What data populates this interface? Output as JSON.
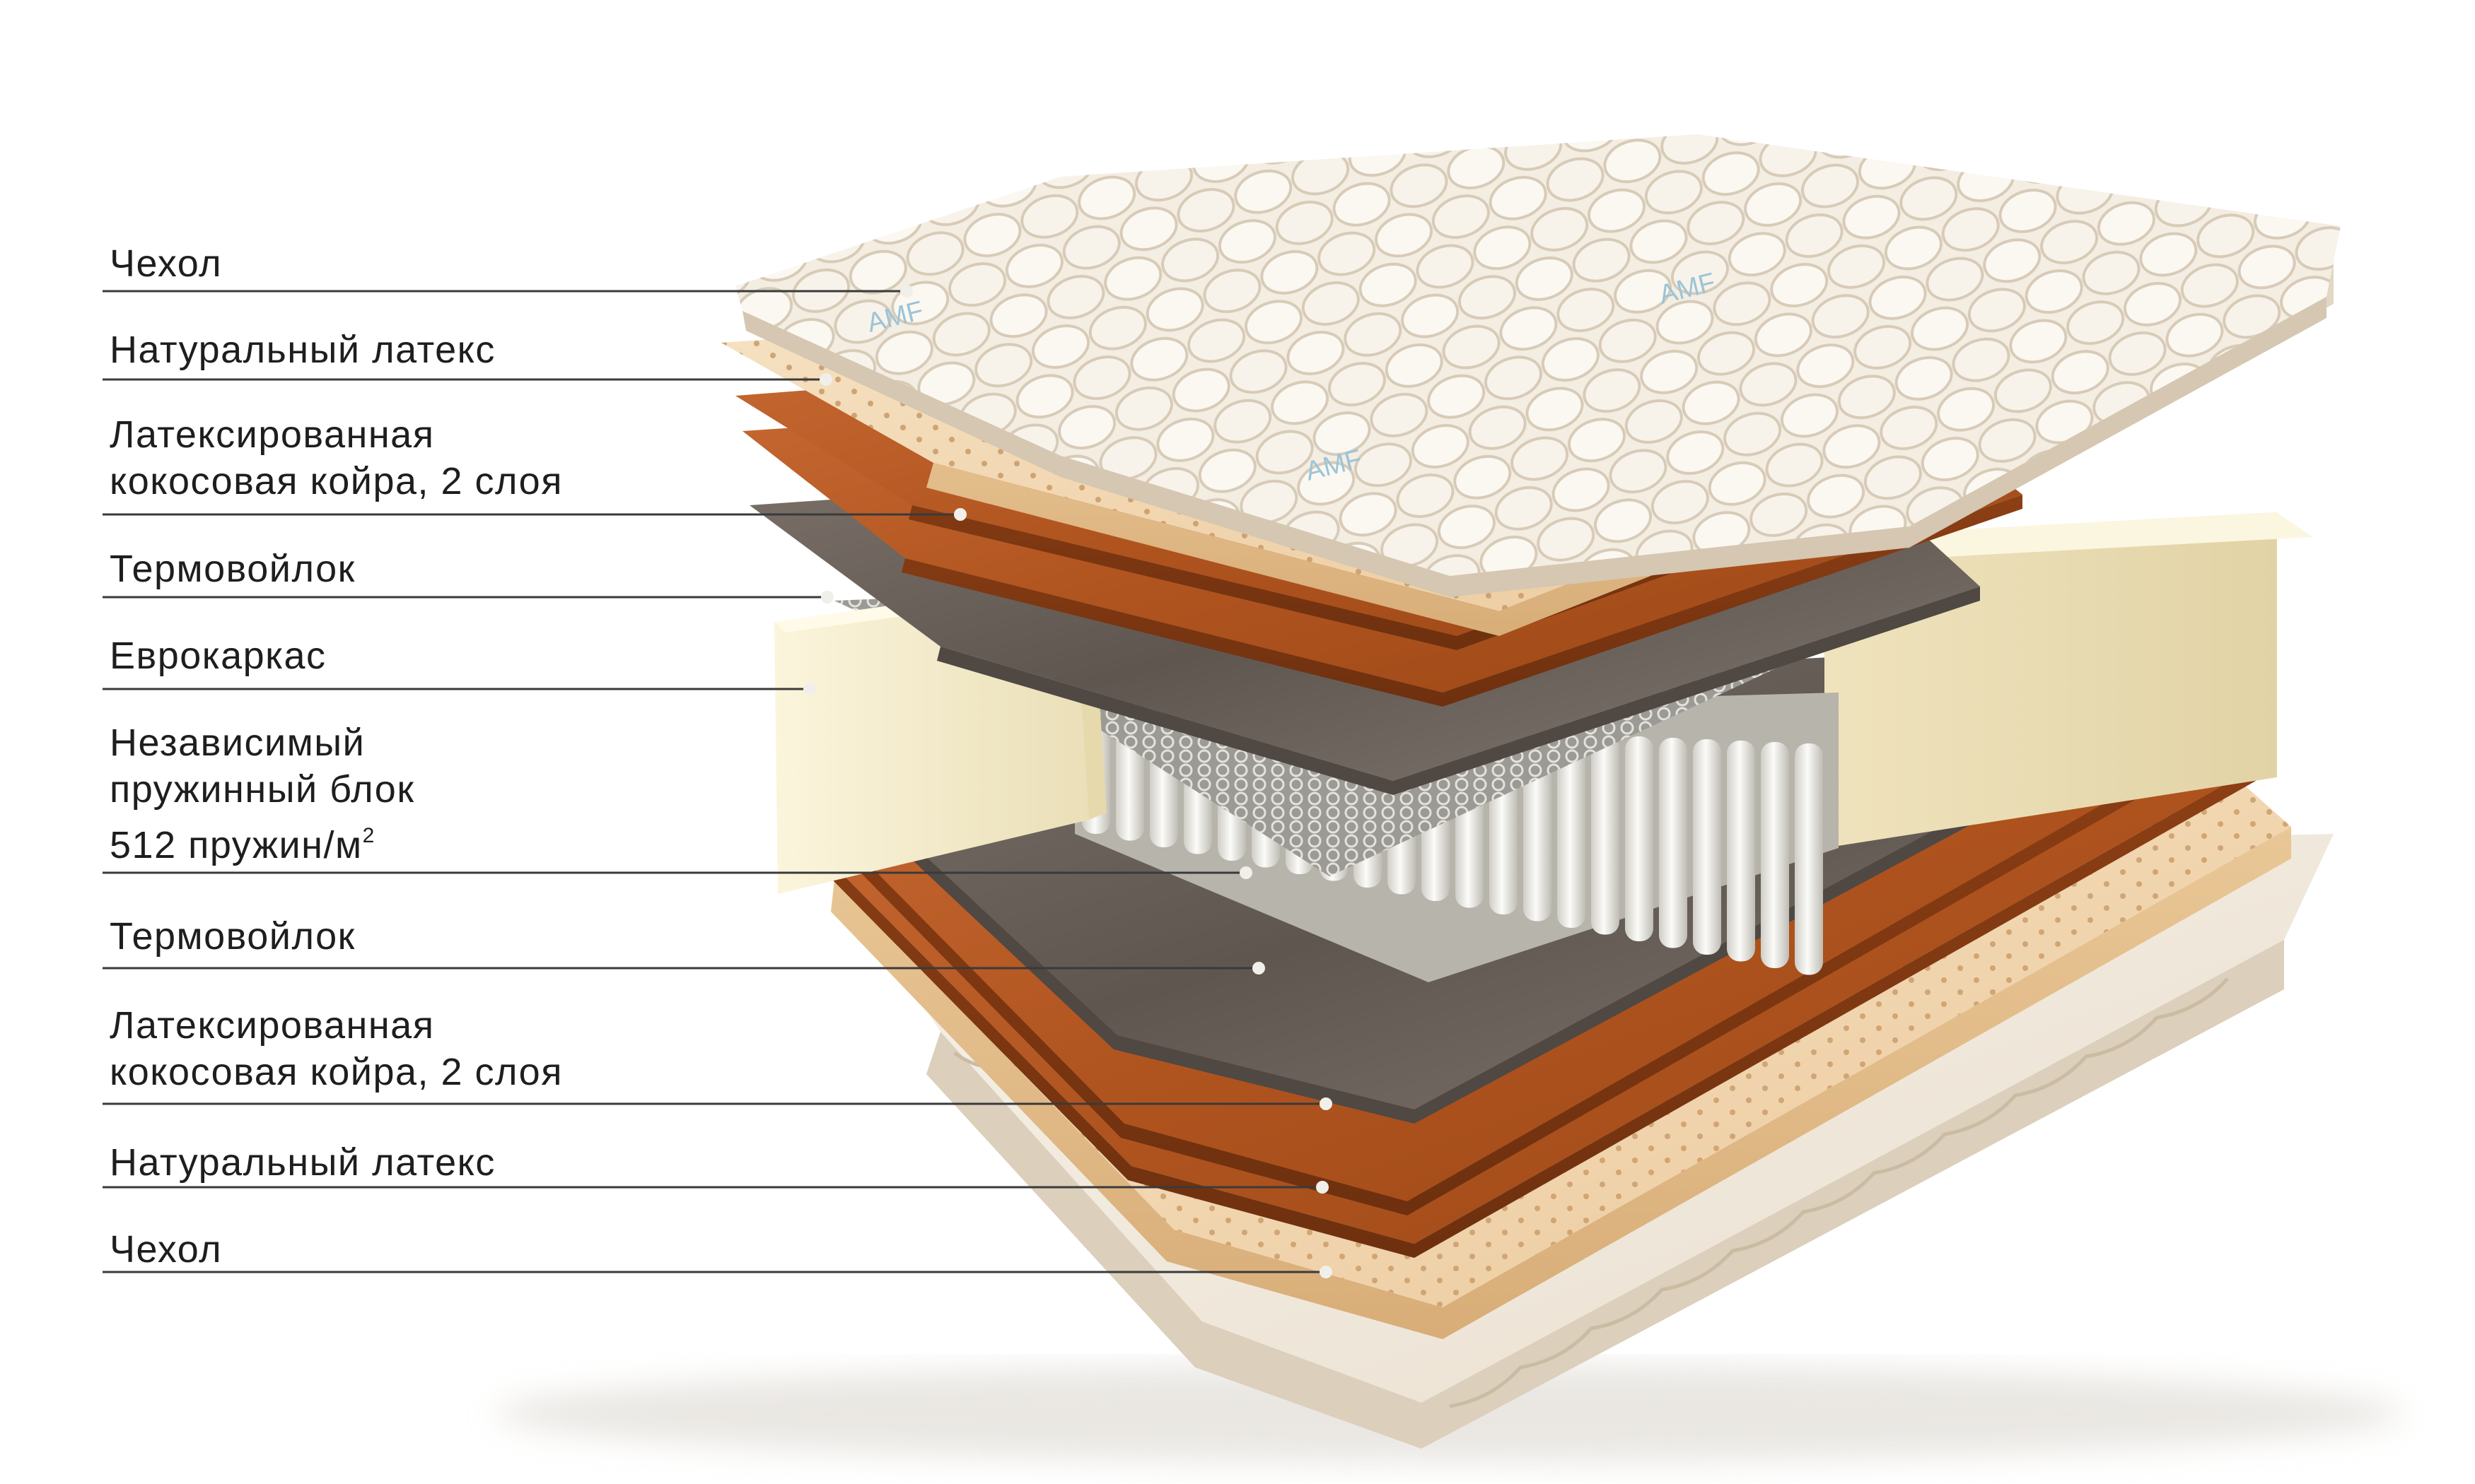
{
  "layers": [
    {
      "id": "cover-top",
      "lines": [
        "Чехол"
      ]
    },
    {
      "id": "latex-top",
      "lines": [
        "Натуральный латекс"
      ]
    },
    {
      "id": "coir-top",
      "lines": [
        "Латексированная",
        "кокосовая койра, 2 слоя"
      ]
    },
    {
      "id": "felt-top",
      "lines": [
        "Термовойлок"
      ]
    },
    {
      "id": "eurocase",
      "lines": [
        "Еврокаркас"
      ]
    },
    {
      "id": "spring-block",
      "lines": [
        "Независимый",
        "пружинный блок",
        "512 пружин/м"
      ],
      "superscript": "2"
    },
    {
      "id": "felt-bottom",
      "lines": [
        "Термовойлок"
      ]
    },
    {
      "id": "coir-bottom",
      "lines": [
        "Латексированная",
        "кокосовая койра, 2 слоя"
      ]
    },
    {
      "id": "latex-bottom",
      "lines": [
        "Натуральный латекс"
      ]
    },
    {
      "id": "cover-bottom",
      "lines": [
        "Чехол"
      ]
    }
  ],
  "cover_logo": "AMF",
  "colors": {
    "cover": "#f3ebe0",
    "latex": "#f2d9b6",
    "coir": "#b85a27",
    "felt": "#6f655e",
    "eurocase": "#f6efd2",
    "springs": "#ecebe6",
    "leader": "#3a3a3a",
    "text": "#1e1e1e"
  }
}
